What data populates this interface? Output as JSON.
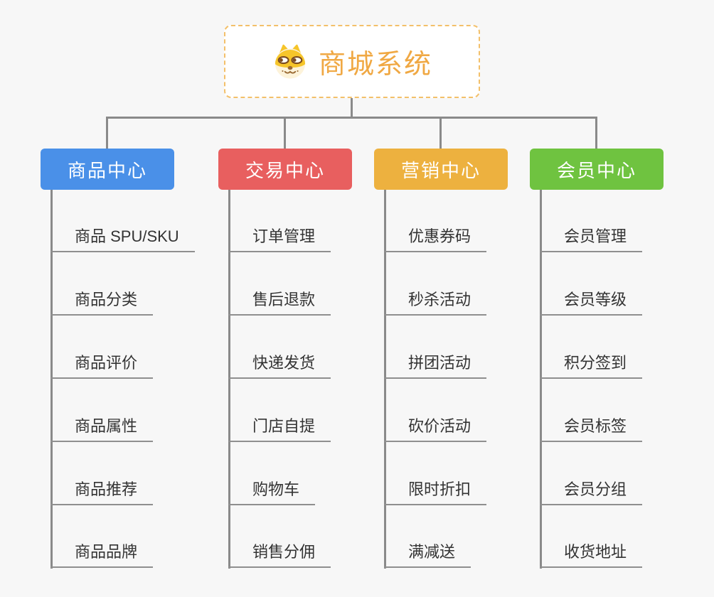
{
  "page": {
    "background_color": "#f7f7f7",
    "connector_color": "#8a8a8a"
  },
  "root": {
    "title": "商城系统",
    "title_color": "#f0a843",
    "border_color": "#f3c06a",
    "icon": "dog-face-icon"
  },
  "branches": [
    {
      "label": "商品中心",
      "color": "#4a90e8",
      "items": [
        "商品 SPU/SKU",
        "商品分类",
        "商品评价",
        "商品属性",
        "商品推荐",
        "商品品牌"
      ]
    },
    {
      "label": "交易中心",
      "color": "#e85f5f",
      "items": [
        "订单管理",
        "售后退款",
        "快递发货",
        "门店自提",
        "购物车",
        "销售分佣"
      ]
    },
    {
      "label": "营销中心",
      "color": "#edb13f",
      "items": [
        "优惠券码",
        "秒杀活动",
        "拼团活动",
        "砍价活动",
        "限时折扣",
        "满减送"
      ]
    },
    {
      "label": "会员中心",
      "color": "#6fc340",
      "items": [
        "会员管理",
        "会员等级",
        "积分签到",
        "会员标签",
        "会员分组",
        "收货地址"
      ]
    }
  ]
}
